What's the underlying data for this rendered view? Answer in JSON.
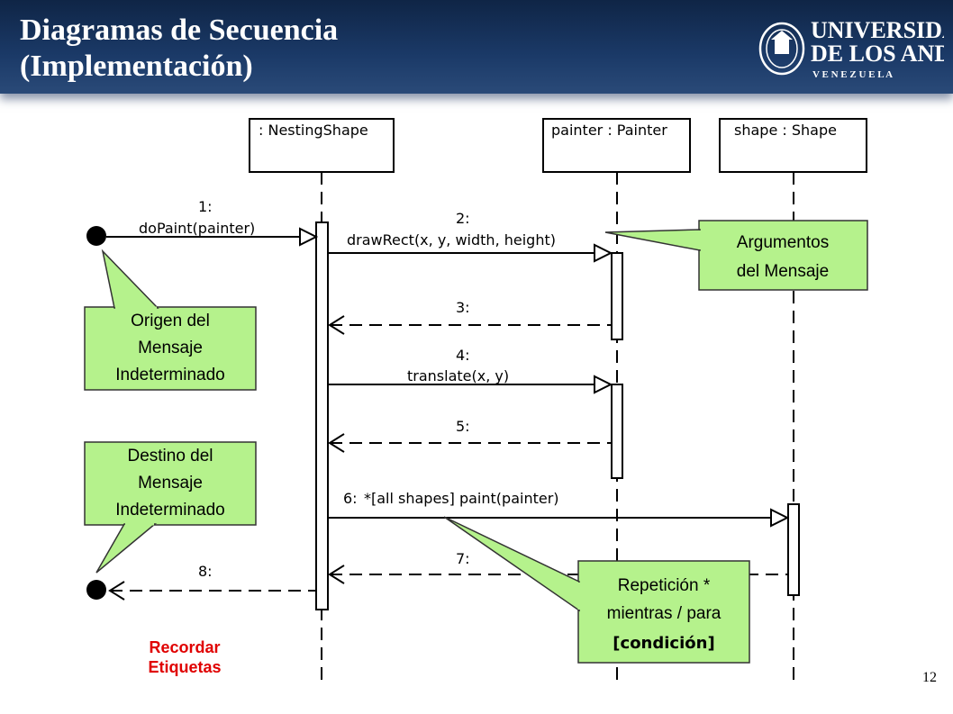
{
  "header": {
    "title": "Diagramas de Secuencia\n(Implementación)",
    "logo": {
      "line1": "UNIVERSIDAD",
      "line2": "DE LOS ANDES",
      "line3": "V E N E Z U E L A"
    }
  },
  "lifelines": [
    {
      "id": "nesting",
      "label": ": NestingShape"
    },
    {
      "id": "painter",
      "label": "painter : Painter"
    },
    {
      "id": "shape",
      "label": "shape : Shape"
    }
  ],
  "messages": [
    {
      "num": "1:",
      "text": "doPaint(painter)",
      "kind": "found-call"
    },
    {
      "num": "2:",
      "text": "drawRect(x, y, width, height)",
      "kind": "call"
    },
    {
      "num": "3:",
      "text": "",
      "kind": "return"
    },
    {
      "num": "4:",
      "text": "translate(x, y)",
      "kind": "call"
    },
    {
      "num": "5:",
      "text": "",
      "kind": "return"
    },
    {
      "num": "6:",
      "text": "*[all shapes] paint(painter)",
      "kind": "call"
    },
    {
      "num": "7:",
      "text": "",
      "kind": "return"
    },
    {
      "num": "8:",
      "text": "",
      "kind": "lost-return"
    }
  ],
  "notes": {
    "arguments": [
      "Argumentos",
      "del Mensaje"
    ],
    "origin": [
      "Origen del",
      "Mensaje",
      "Indeterminado"
    ],
    "destination": [
      "Destino del",
      "Mensaje",
      "Indeterminado"
    ],
    "repetition": [
      "Repetición *",
      "mientras / para",
      "[condición]"
    ]
  },
  "reminder": "Recordar\nEtiquetas",
  "page_number": "12",
  "colors": {
    "header_bg": "#1b3a68",
    "note_fill": "#b5f28c",
    "reminder": "#e00000"
  }
}
